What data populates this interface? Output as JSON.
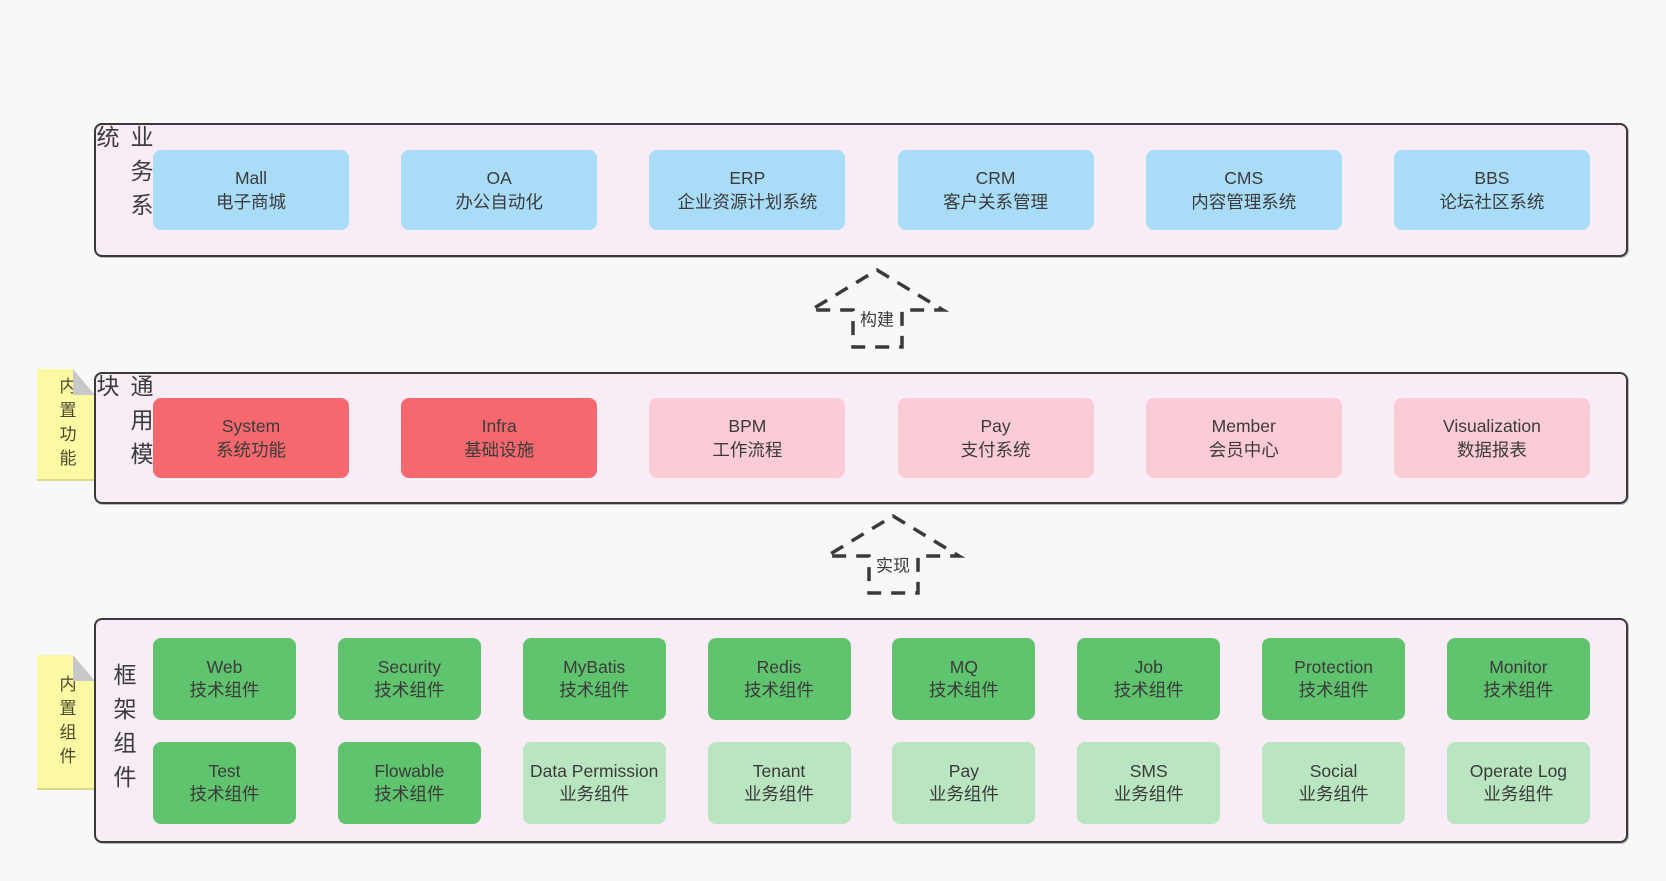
{
  "colors": {
    "bg": "#f8f8f8",
    "container_bg": "#f8edf6",
    "container_border": "#3a3a3a",
    "blue": "#a9dcf7",
    "red": "#f5696e",
    "pink": "#fcccd6",
    "green_dark": "#5fc46d",
    "green_light": "#b9e5c0",
    "sticky": "#fbf9a4",
    "fold": "#c8c8c8",
    "text": "#3b3b3b"
  },
  "business_layer": {
    "side_label": "业务系统",
    "items": [
      {
        "name": "Mall",
        "desc": "电子商城",
        "variant": "blue"
      },
      {
        "name": "OA",
        "desc": "办公自动化",
        "variant": "blue"
      },
      {
        "name": "ERP",
        "desc": "企业资源计划系统",
        "variant": "blue"
      },
      {
        "name": "CRM",
        "desc": "客户关系管理",
        "variant": "blue"
      },
      {
        "name": "CMS",
        "desc": "内容管理系统",
        "variant": "blue"
      },
      {
        "name": "BBS",
        "desc": "论坛社区系统",
        "variant": "blue"
      }
    ]
  },
  "arrow_build": {
    "label": "构建"
  },
  "module_layer": {
    "side_label": "通用模块",
    "sticky_label": "内置功能",
    "items": [
      {
        "name": "System",
        "desc": "系统功能",
        "variant": "red"
      },
      {
        "name": "Infra",
        "desc": "基础设施",
        "variant": "red"
      },
      {
        "name": "BPM",
        "desc": "工作流程",
        "variant": "pink"
      },
      {
        "name": "Pay",
        "desc": "支付系统",
        "variant": "pink"
      },
      {
        "name": "Member",
        "desc": "会员中心",
        "variant": "pink"
      },
      {
        "name": "Visualization",
        "desc": "数据报表",
        "variant": "pink"
      }
    ]
  },
  "arrow_implement": {
    "label": "实现"
  },
  "component_layer": {
    "side_label": "框架组件",
    "sticky_label": "内置组件",
    "row1": [
      {
        "name": "Web",
        "desc": "技术组件",
        "variant": "green-dark"
      },
      {
        "name": "Security",
        "desc": "技术组件",
        "variant": "green-dark"
      },
      {
        "name": "MyBatis",
        "desc": "技术组件",
        "variant": "green-dark"
      },
      {
        "name": "Redis",
        "desc": "技术组件",
        "variant": "green-dark"
      },
      {
        "name": "MQ",
        "desc": "技术组件",
        "variant": "green-dark"
      },
      {
        "name": "Job",
        "desc": "技术组件",
        "variant": "green-dark"
      },
      {
        "name": "Protection",
        "desc": "技术组件",
        "variant": "green-dark"
      },
      {
        "name": "Monitor",
        "desc": "技术组件",
        "variant": "green-dark"
      }
    ],
    "row2": [
      {
        "name": "Test",
        "desc": "技术组件",
        "variant": "green-dark"
      },
      {
        "name": "Flowable",
        "desc": "技术组件",
        "variant": "green-dark"
      },
      {
        "name": "Data Permission",
        "desc": "业务组件",
        "variant": "green-light"
      },
      {
        "name": "Tenant",
        "desc": "业务组件",
        "variant": "green-light"
      },
      {
        "name": "Pay",
        "desc": "业务组件",
        "variant": "green-light"
      },
      {
        "name": "SMS",
        "desc": "业务组件",
        "variant": "green-light"
      },
      {
        "name": "Social",
        "desc": "业务组件",
        "variant": "green-light"
      },
      {
        "name": "Operate Log",
        "desc": "业务组件",
        "variant": "green-light"
      }
    ]
  }
}
